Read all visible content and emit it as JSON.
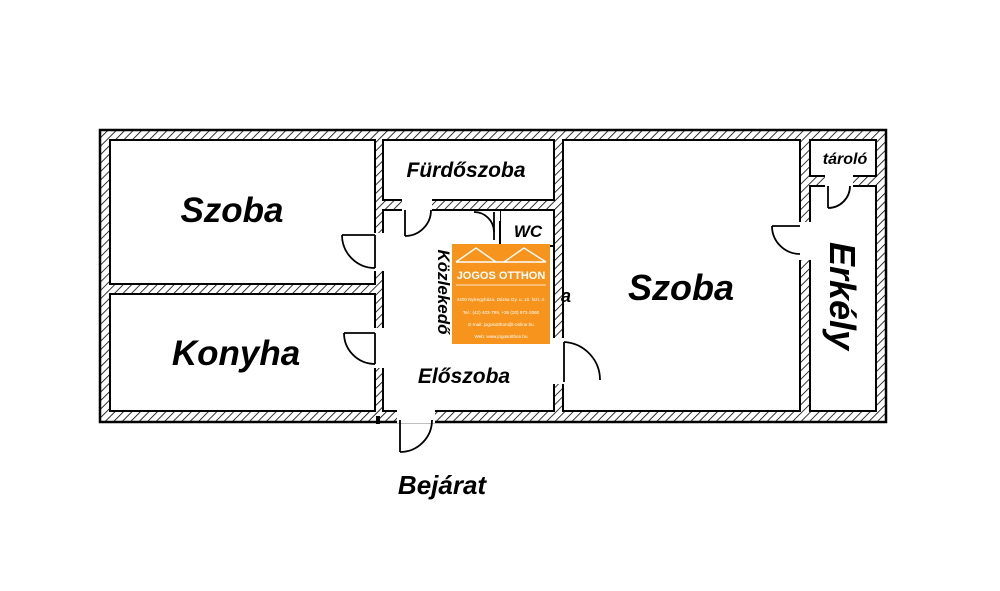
{
  "rooms": {
    "szoba_left": "Szoba",
    "konyha": "Konyha",
    "furdoszoba": "Fürdőszoba",
    "wc": "WC",
    "kozlekedo": "Közlekedő",
    "eloszoba": "Előszoba",
    "szoba_right": "Szoba",
    "tarolo": "tároló",
    "erkely": "Erkély",
    "partial_label": "a"
  },
  "entrance_label": "Bejárat",
  "watermark": {
    "title": "JOGOS OTTHON",
    "address": "4400 Nyíregyháza, Dózsa Gy. u. 10. fszt. 4.",
    "phone": "Tel.: (42) 403-799, +36 (20) 973-2060",
    "email": "E-mail: jogosotthon@t-online.hu",
    "web": "Web: www.jogosotthon.hu",
    "color": "#f7941d"
  },
  "colors": {
    "wall": "#000000",
    "background": "#ffffff"
  }
}
